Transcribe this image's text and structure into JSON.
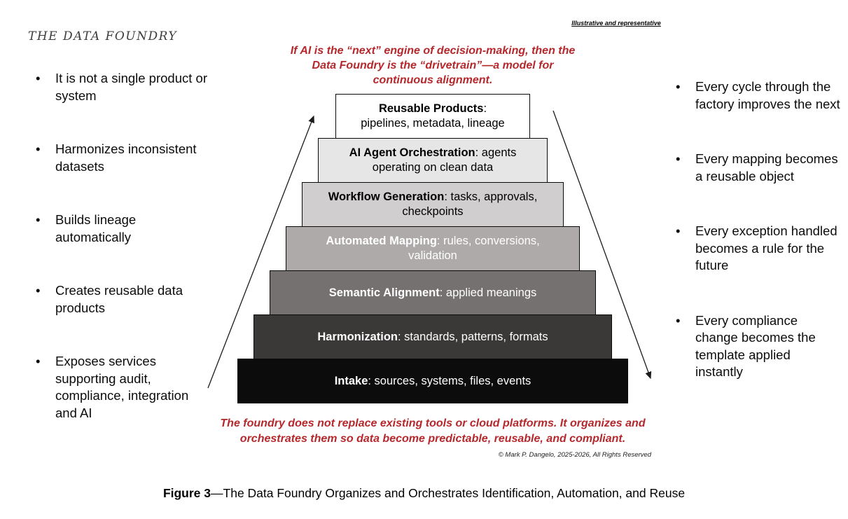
{
  "title": "THE DATA FOUNDRY",
  "annotation": "Illustrative and representative",
  "top_note": "If AI is the “next” engine of decision-making, then the Data Foundry is the “drivetrain”—a model for continuous alignment.",
  "bottom_note": "The foundry does not replace existing tools or cloud platforms.  It organizes and orchestrates them so data become predictable, reusable, and compliant.",
  "copyright": "© Mark P. Dangelo, 2025-2026, All Rights Reserved",
  "caption": {
    "label": "Figure 3",
    "text": "—The Data Foundry Organizes and Orchestrates Identification, Automation, and Reuse"
  },
  "colors": {
    "accent_red": "#b5282c",
    "black": "#0c0c0c"
  },
  "left_panel": {
    "items": [
      "It is not a single product or system",
      "Harmonizes inconsistent datasets",
      "Builds lineage automatically",
      "Creates reusable data products",
      "Exposes services supporting audit, compliance, integration and AI"
    ]
  },
  "right_panel": {
    "items": [
      "Every cycle through the factory improves the next",
      "Every mapping becomes a reusable object",
      "Every exception handled becomes a rule for the future",
      "Every compliance change becomes the template applied instantly"
    ]
  },
  "pyramid": {
    "layers": [
      {
        "name": "Reusable Products",
        "detail": ": pipelines, metadata, lineage",
        "bg": "#ffffff",
        "fg": "#000000"
      },
      {
        "name": "AI Agent Orchestration",
        "detail": ": agents operating on clean data",
        "bg": "#e7e6e6",
        "fg": "#000000"
      },
      {
        "name": "Workflow Generation",
        "detail": ": tasks, approvals, checkpoints",
        "bg": "#d0cece",
        "fg": "#000000"
      },
      {
        "name": "Automated Mapping",
        "detail": ": rules, conversions, validation",
        "bg": "#aeaaaa",
        "fg": "#ffffff"
      },
      {
        "name": "Semantic Alignment",
        "detail": ": applied meanings",
        "bg": "#767171",
        "fg": "#ffffff"
      },
      {
        "name": "Harmonization",
        "detail": ": standards, patterns, formats",
        "bg": "#3b3838",
        "fg": "#ffffff"
      },
      {
        "name": "Intake",
        "detail": ": sources, systems, files, events",
        "bg": "#0c0c0c",
        "fg": "#ffffff"
      }
    ]
  }
}
